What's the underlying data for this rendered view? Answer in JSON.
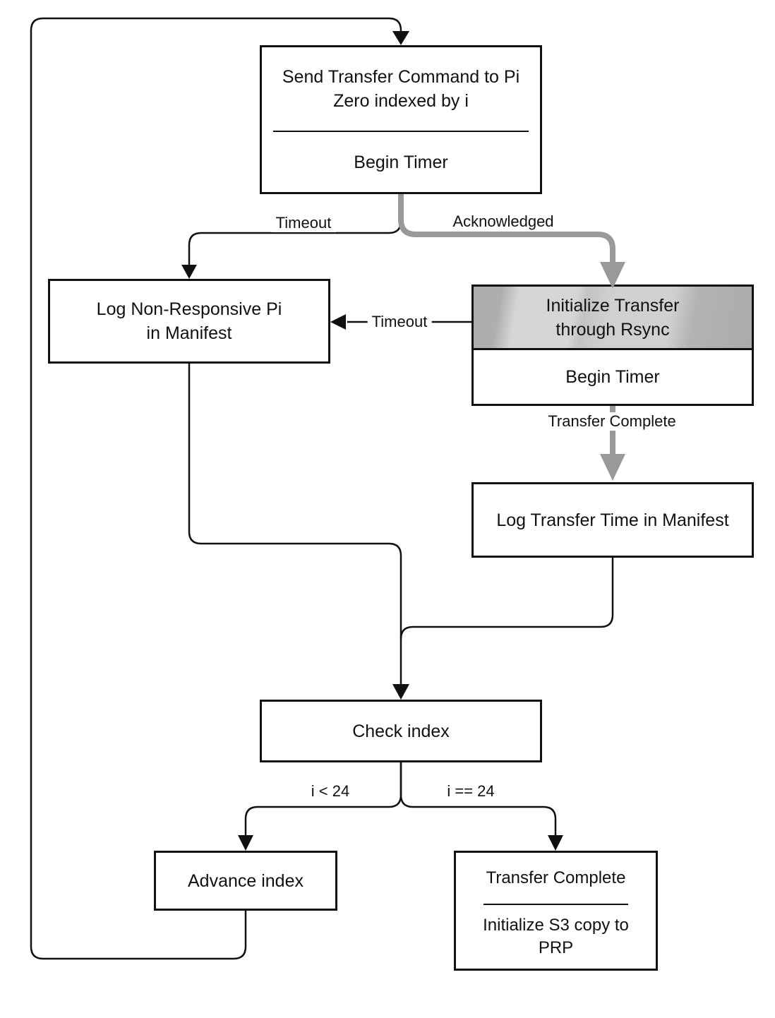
{
  "diagram": {
    "nodes": {
      "send": {
        "title": "Send Transfer Command to Pi Zero indexed by i",
        "subtitle": "Begin Timer"
      },
      "log_nonresponsive": {
        "title": "Log Non-Responsive Pi in Manifest"
      },
      "rsync": {
        "title": "Initialize Transfer through Rsync",
        "subtitle": "Begin Timer"
      },
      "log_transfer_time": {
        "title": "Log Transfer Time in Manifest"
      },
      "check_index": {
        "title": "Check index"
      },
      "advance_index": {
        "title": "Advance index"
      },
      "transfer_complete": {
        "title": "Transfer Complete",
        "subtitle": "Initialize S3 copy to PRP"
      }
    },
    "edge_labels": {
      "timeout_top": "Timeout",
      "acknowledged": "Acknowledged",
      "timeout_mid": "Timeout",
      "transfer_complete": "Transfer Complete",
      "i_less": "i < 24",
      "i_equal": "i == 24"
    },
    "colors": {
      "line": "#111111",
      "connector_gray": "#999999",
      "node_background": "#ffffff",
      "rsync_header_base": "#b3b3b3",
      "rsync_header_highlight": "#d5d5d5"
    }
  }
}
